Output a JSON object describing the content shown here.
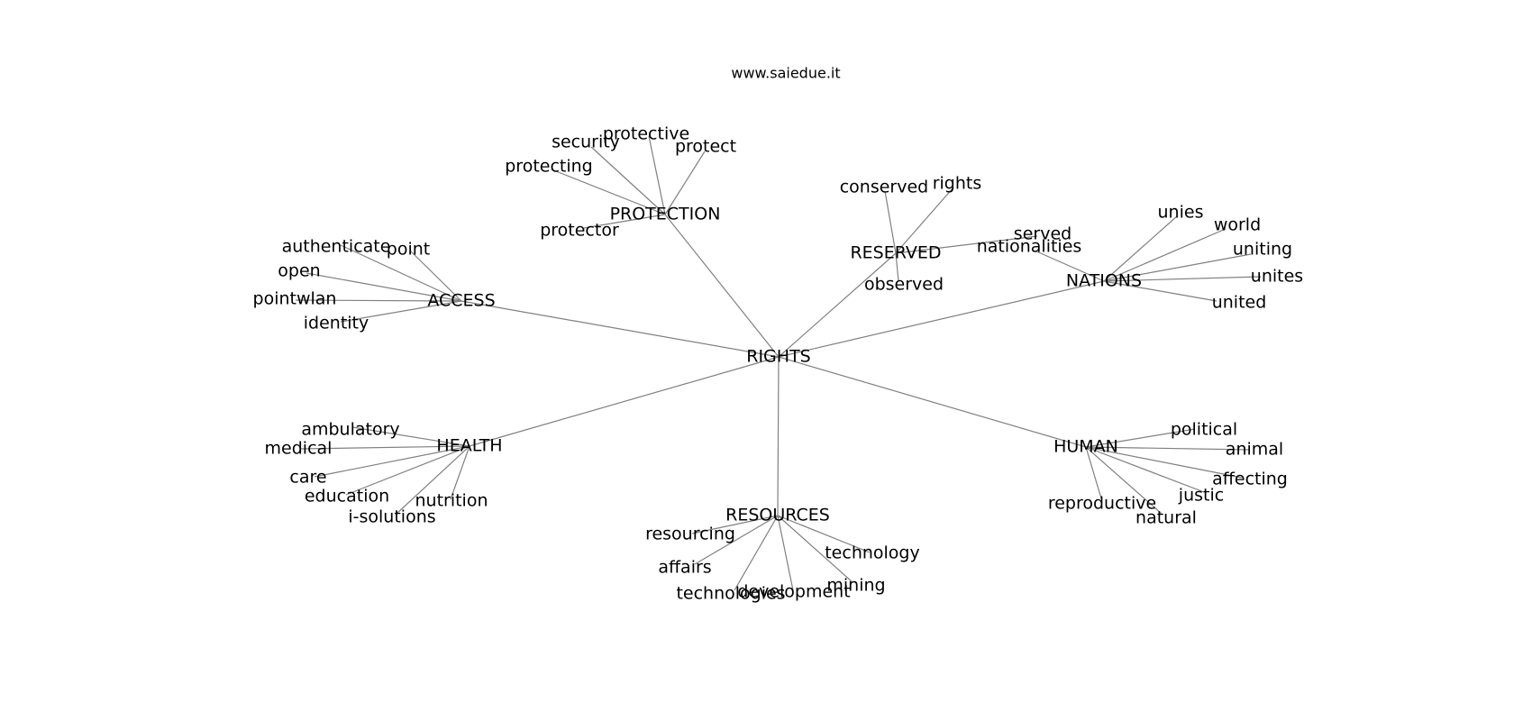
{
  "title": "www.saiedue.it",
  "graph": {
    "root": "RIGHTS",
    "edges": [
      [
        "RIGHTS",
        "PROTECTION"
      ],
      [
        "RIGHTS",
        "RESERVED"
      ],
      [
        "RIGHTS",
        "NATIONS"
      ],
      [
        "RIGHTS",
        "ACCESS"
      ],
      [
        "RIGHTS",
        "HEALTH"
      ],
      [
        "RIGHTS",
        "RESOURCES"
      ],
      [
        "RIGHTS",
        "HUMAN"
      ],
      [
        "PROTECTION",
        "security"
      ],
      [
        "PROTECTION",
        "protective"
      ],
      [
        "PROTECTION",
        "protect"
      ],
      [
        "PROTECTION",
        "protecting"
      ],
      [
        "PROTECTION",
        "protector"
      ],
      [
        "RESERVED",
        "conserved"
      ],
      [
        "RESERVED",
        "rights"
      ],
      [
        "RESERVED",
        "served"
      ],
      [
        "RESERVED",
        "observed"
      ],
      [
        "NATIONS",
        "nationalities"
      ],
      [
        "NATIONS",
        "unies"
      ],
      [
        "NATIONS",
        "world"
      ],
      [
        "NATIONS",
        "uniting"
      ],
      [
        "NATIONS",
        "unites"
      ],
      [
        "NATIONS",
        "united"
      ],
      [
        "ACCESS",
        "authenticate"
      ],
      [
        "ACCESS",
        "point"
      ],
      [
        "ACCESS",
        "open"
      ],
      [
        "ACCESS",
        "pointwlan"
      ],
      [
        "ACCESS",
        "identity"
      ],
      [
        "HEALTH",
        "ambulatory"
      ],
      [
        "HEALTH",
        "medical"
      ],
      [
        "HEALTH",
        "care"
      ],
      [
        "HEALTH",
        "education"
      ],
      [
        "HEALTH",
        "i-solutions"
      ],
      [
        "HEALTH",
        "nutrition"
      ],
      [
        "RESOURCES",
        "resourcing"
      ],
      [
        "RESOURCES",
        "affairs"
      ],
      [
        "RESOURCES",
        "technologies"
      ],
      [
        "RESOURCES",
        "development"
      ],
      [
        "RESOURCES",
        "mining"
      ],
      [
        "RESOURCES",
        "technology"
      ],
      [
        "HUMAN",
        "political"
      ],
      [
        "HUMAN",
        "animal"
      ],
      [
        "HUMAN",
        "affecting"
      ],
      [
        "HUMAN",
        "justic"
      ],
      [
        "HUMAN",
        "natural"
      ],
      [
        "HUMAN",
        "reproductive"
      ]
    ]
  }
}
